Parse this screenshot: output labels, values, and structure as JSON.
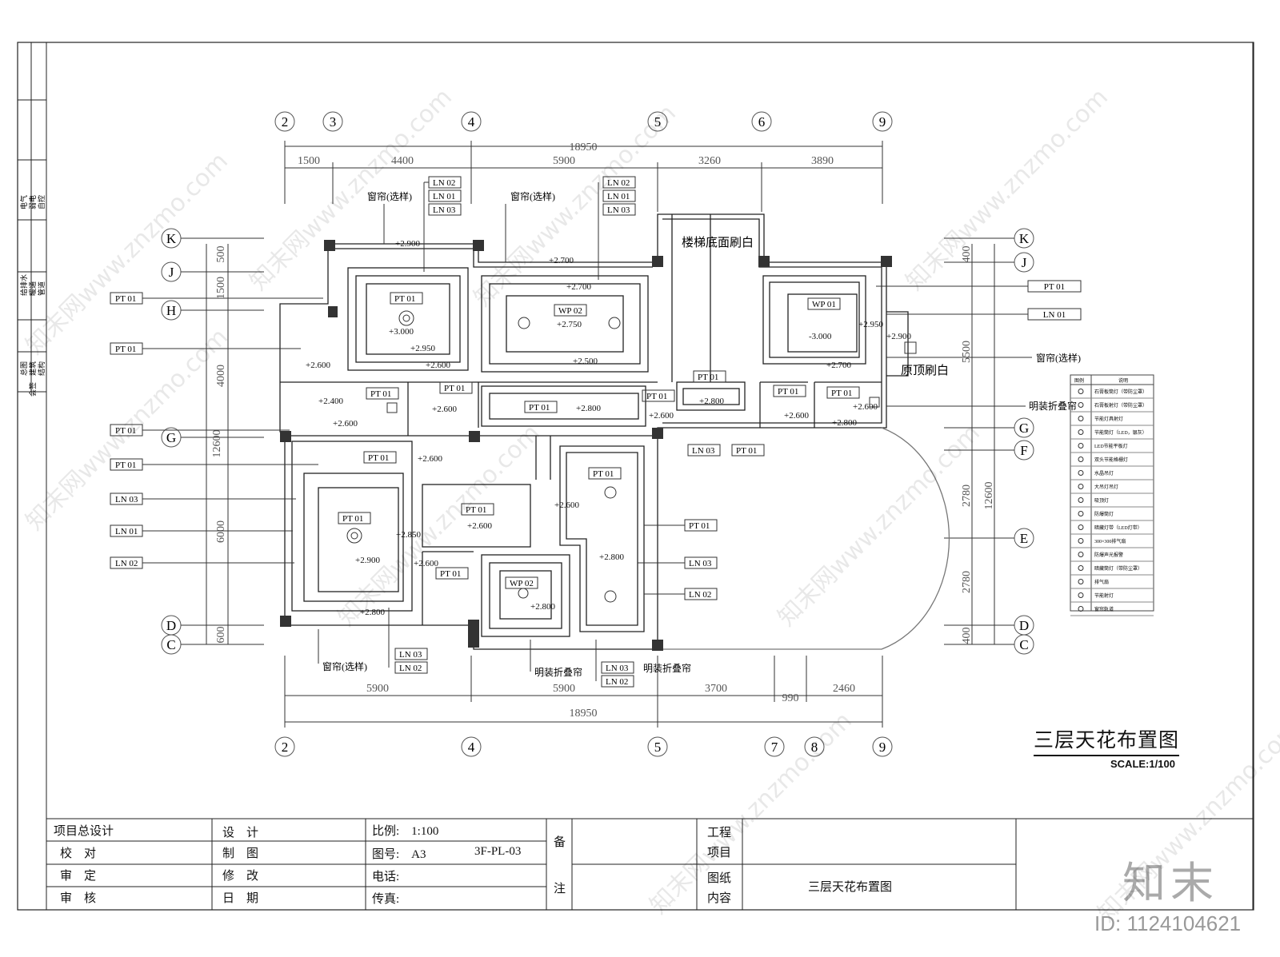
{
  "drawing": {
    "title": "三层天花布置图",
    "scale": "SCALE:1/100"
  },
  "axes": {
    "top": [
      "2",
      "3",
      "4",
      "5",
      "6",
      "9"
    ],
    "bottom": [
      "2",
      "4",
      "5",
      "7",
      "8",
      "9"
    ],
    "left": [
      "K",
      "J",
      "H",
      "G",
      "D",
      "C"
    ],
    "right": [
      "K",
      "J",
      "G",
      "F",
      "E",
      "D",
      "C"
    ]
  },
  "dimensions": {
    "top_total": "18950",
    "top_segments": [
      "1500",
      "4400",
      "5900",
      "3260",
      "3890"
    ],
    "bottom_segments": [
      "5900",
      "5900",
      "3700",
      "990",
      "2460"
    ],
    "bottom_total": "18950",
    "left_segments": [
      "500",
      "1500",
      "4000",
      "12600",
      "6000",
      "600"
    ],
    "right_segments": [
      "400",
      "5500",
      "2780",
      "12600",
      "2780",
      "400"
    ]
  },
  "annotations": {
    "curtain": "窗帘(选样)",
    "folding_curtain": "明装折叠帘",
    "stair_underside": "楼梯底面刷白",
    "original_ceiling": "原顶刷白"
  },
  "tags": {
    "pt01": "PT 01",
    "ln01": "LN 01",
    "ln02": "LN 02",
    "ln03": "LN 03",
    "wp01": "WP 01",
    "wp02": "WP 02"
  },
  "levels": [
    "+2.900",
    "+2.700",
    "+2.700",
    "+3.000",
    "+2.950",
    "+2.750",
    "+2.950",
    "+2.900",
    "-3.000",
    "+2.700",
    "+2.600",
    "+2.500",
    "+2.400",
    "+2.600",
    "+2.800",
    "+2.800",
    "+2.600",
    "+2.600",
    "+2.600",
    "+2.800",
    "+2.600",
    "+2.600",
    "+2.600",
    "+2.850",
    "+2.600",
    "+2.900",
    "+2.600",
    "+2.600",
    "+2.800",
    "+2.800",
    "+2.800"
  ],
  "side_labels": [
    [
      "电气",
      "弱电",
      "自控"
    ],
    [
      "给排水",
      "暖通",
      "管道"
    ],
    [
      "总图",
      "建筑",
      "结构"
    ],
    [
      "会签"
    ]
  ],
  "legend": {
    "header": [
      "图例",
      "说明"
    ],
    "rows": [
      "石膏板筒灯（带防尘罩）",
      "石膏板射灯（带防尘罩）",
      "节能灯具射灯",
      "节能筒灯（LED，银灰）",
      "LED节能平板灯",
      "双头节能格栅灯",
      "水晶吊灯",
      "大吊灯吊灯",
      "吸顶灯",
      "防爆筒灯",
      "暗藏灯带（LED灯带）",
      "300×300排气扇",
      "防爆声光报警",
      "暗藏筒灯（带防尘罩）",
      "排气扇",
      "节能射灯",
      "窗帘轨道"
    ]
  },
  "title_block": {
    "project_lead": "项目总设计",
    "check": "校　对",
    "approve": "审　定",
    "review": "审　核",
    "design": "设　计",
    "draft": "制　图",
    "modify": "修　改",
    "date": "日　期",
    "scale_label": "比例:　1:100",
    "drawing_no_label": "图号:　A3",
    "drawing_no": "3F-PL-03",
    "phone": "电话:",
    "fax": "传真:",
    "remarks_1": "备",
    "remarks_2": "注",
    "project_1": "工程",
    "project_2": "项目",
    "content_1": "图纸",
    "content_2": "内容",
    "content_value": "三层天花布置图"
  },
  "branding": {
    "logo": "知末",
    "image_id": "ID: 1124104621",
    "watermark": "知末网www.znzmo.com"
  }
}
